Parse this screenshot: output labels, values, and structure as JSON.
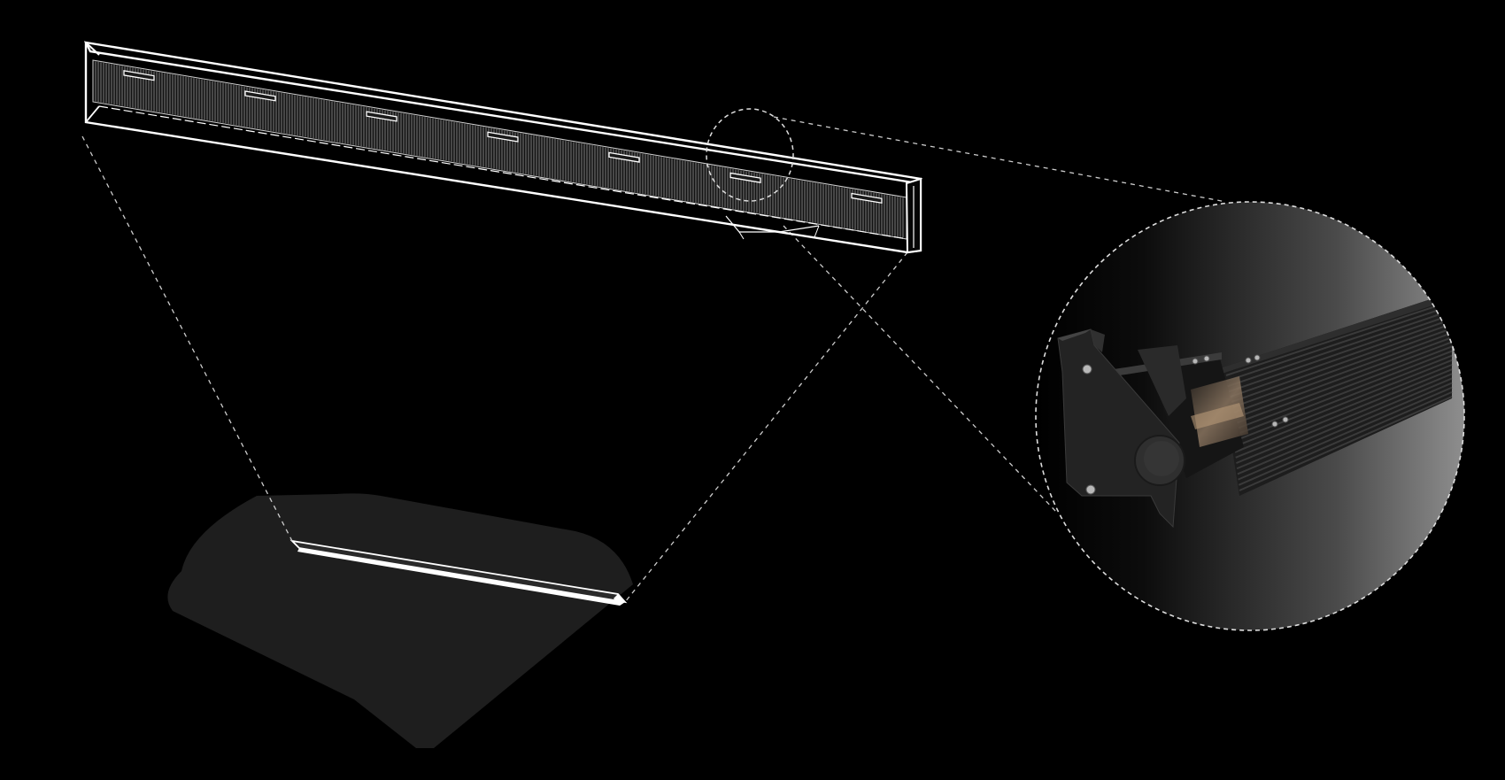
{
  "diagram": {
    "background_color": "#000000",
    "line_color": "#ffffff",
    "floor_color": "#1e1e1e",
    "product_color": "#2b2b2b",
    "mount_count": 7,
    "components": [
      {
        "id": "linear-fixture-overview",
        "kind": "wireframe drawing"
      },
      {
        "id": "detail-callout-circle",
        "kind": "dashed circle"
      },
      {
        "id": "magnified-detail",
        "kind": "rendered close-up"
      },
      {
        "id": "floor-plane",
        "kind": "footprint"
      },
      {
        "id": "floor-slot",
        "kind": "recessed slot"
      }
    ]
  }
}
